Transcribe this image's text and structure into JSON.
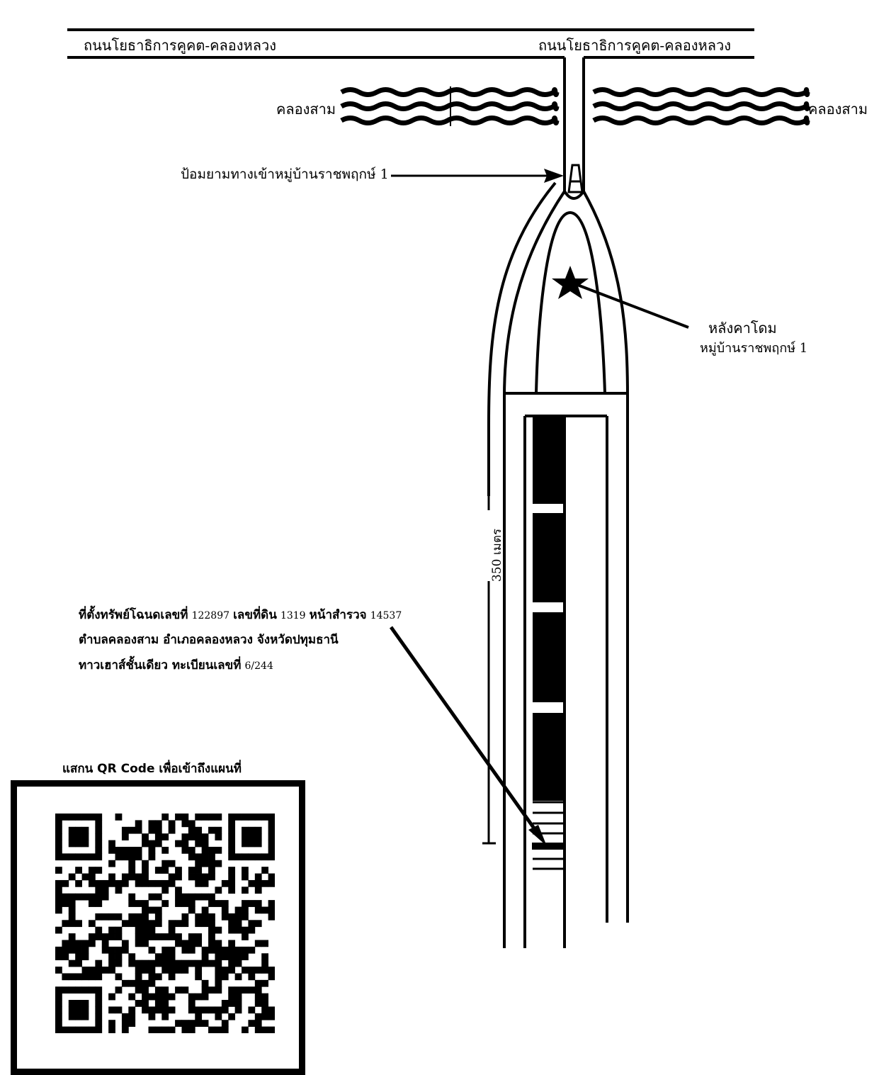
{
  "road": {
    "label_left": "ถนนโยธาธิการคูคต-คลองหลวง",
    "label_right": "ถนนโยธาธิการคูคต-คลองหลวง"
  },
  "canal": {
    "label_left": "คลองสาม",
    "label_right": "คลองสาม"
  },
  "gate": {
    "label": "ป้อมยามทางเข้าหมู่บ้านราชพฤกษ์ 1"
  },
  "landmark": {
    "line1": "หลังคาโดม",
    "line2": "หมู่บ้านราชพฤกษ์ 1",
    "icon": "star-icon"
  },
  "distance": {
    "label": "350 เมตร"
  },
  "property": {
    "line1_a": "ที่ตั้งทรัพย์โฉนดเลขที่",
    "deed_no": "122897",
    "line1_b": "เลขที่ดิน",
    "land_no": "1319",
    "line1_c": "หน้าสำรวจ",
    "survey_no": "14537",
    "line2": "ตำบลคลองสาม อำเภอคลองหลวง จังหวัดปทุมธานี",
    "line3_a": "ทาวเฮาส์ชั้นเดียว ทะเบียนเลขที่",
    "reg_no": "6/244"
  },
  "qr": {
    "title": "แสกน QR Code เพื่อเข้าถึงแผนที่"
  },
  "colors": {
    "ink": "#000000",
    "paper": "#ffffff"
  }
}
